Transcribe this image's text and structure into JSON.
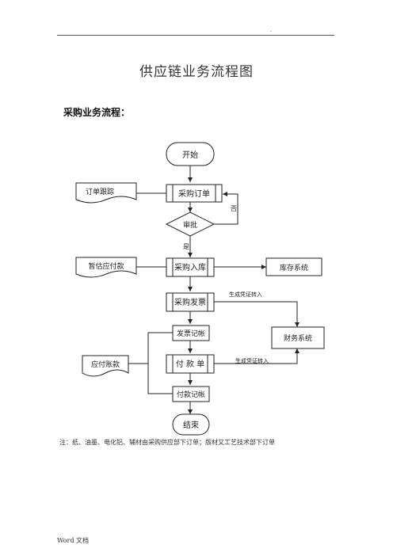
{
  "header": {
    "dot": "."
  },
  "title": "供应链业务流程图",
  "subtitle": "采购业务流程：",
  "nodes": {
    "start": "开始",
    "po": "采购订单",
    "approve": "审批",
    "receive": "采购入库",
    "invoice": "采购发票",
    "invoice_record": "发票记帐",
    "payment": "付  款  单",
    "payment_record": "付款记帐",
    "end": "结束",
    "order_tracking": "订单跟踪",
    "estimate_payable": "暂估应付款",
    "payable": "应付账款",
    "inventory_system": "库存系统",
    "finance_system": "财务系统"
  },
  "edge_labels": {
    "no": "否",
    "yes": "是",
    "voucher1": "生成凭证转入",
    "voucher2": "生成凭证转入"
  },
  "note": "注：纸、油墨、电化铝、辅材由采购供应部下订单；版材又工艺技术部下订单",
  "footer": "Word 文档"
}
